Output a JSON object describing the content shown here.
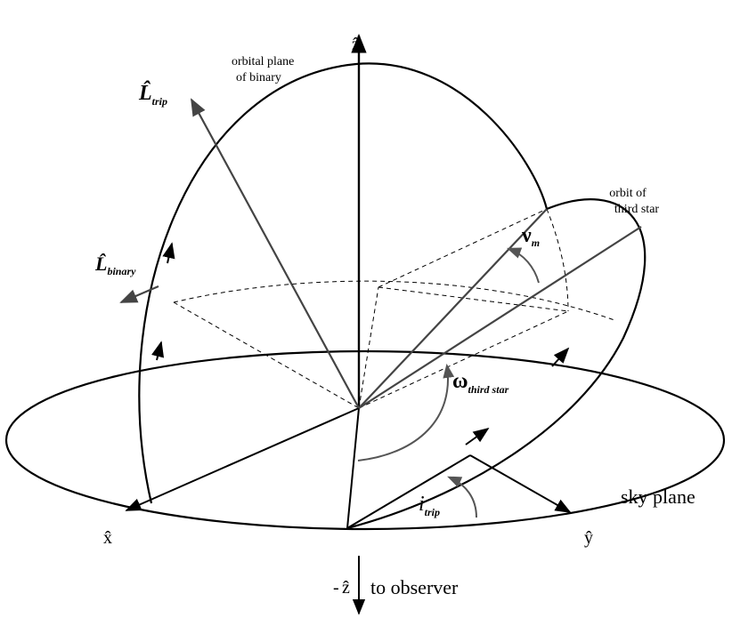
{
  "colors": {
    "ink": "#000000",
    "vector": "#444444",
    "arc": "#555555"
  },
  "labels": {
    "z_hat": "ẑ",
    "x_hat": "x̂",
    "y_hat": "ŷ",
    "neg_z_minus": "-",
    "neg_z_hat": "ẑ",
    "to_observer": "to observer",
    "sky_plane": "sky plane",
    "orbital_plane_line1": "orbital plane",
    "orbital_plane_line2": "of binary",
    "orbit_third_line1": "orbit of",
    "orbit_third_line2": "third star",
    "L_trip_symbol": "L̂",
    "L_trip_sub": "trip",
    "L_binary_symbol": "L̂",
    "L_binary_sub": "binary",
    "nu_symbol": "ν",
    "nu_sub": "m",
    "omega_symbol": "ω",
    "omega_sub": "third star",
    "i_symbol": "i",
    "i_sub": "trip"
  }
}
